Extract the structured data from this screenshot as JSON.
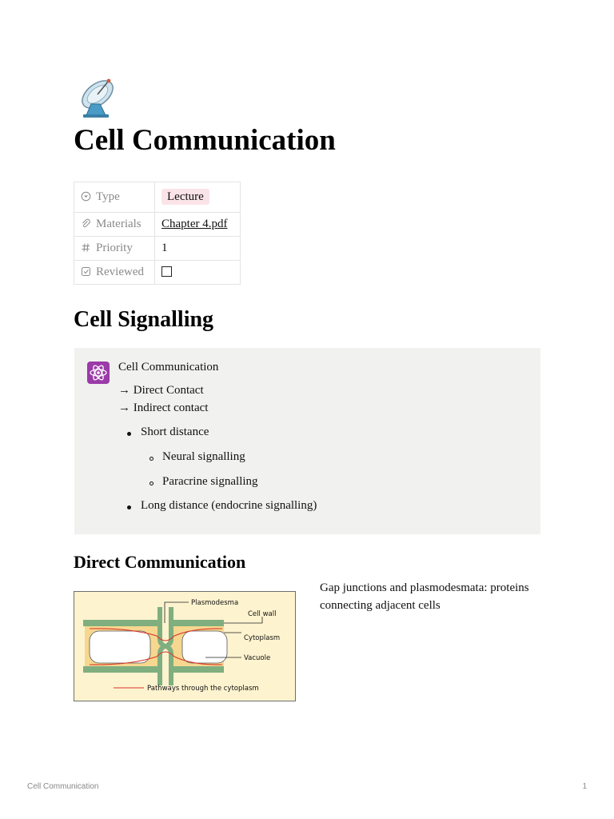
{
  "page": {
    "icon": "satellite-dish-icon",
    "title": "Cell Communication"
  },
  "properties": [
    {
      "key": "Type",
      "icon": "select-circle-icon",
      "value": "Lecture",
      "kind": "tag",
      "tag_color": "#fbe4e8"
    },
    {
      "key": "Materials",
      "icon": "paperclip-icon",
      "value": "Chapter 4.pdf",
      "kind": "link"
    },
    {
      "key": "Priority",
      "icon": "hash-icon",
      "value": "1",
      "kind": "text"
    },
    {
      "key": "Reviewed",
      "icon": "checkbox-icon",
      "value": false,
      "kind": "checkbox"
    }
  ],
  "section": {
    "heading": "Cell Signalling",
    "callout": {
      "icon": "atom-icon",
      "icon_color": "#9b3aa8",
      "background": "#f1f1ef",
      "title": "Cell Communication",
      "arrow_items": [
        "→ Direct Contact",
        "→ Indirect contact"
      ],
      "bullets": [
        {
          "text": "Short distance",
          "children": [
            "Neural signalling",
            "Paracrine signalling"
          ]
        },
        {
          "text": "Long distance (endocrine signalling)",
          "children": []
        }
      ]
    }
  },
  "direct": {
    "heading": "Direct Communication",
    "figure_labels": {
      "plasmodesma": "Plasmodesma",
      "cell_wall": "Cell wall",
      "cytoplasm": "Cytoplasm",
      "vacuole": "Vacuole",
      "legend": "Pathways through the cytoplasm"
    },
    "description": "Gap junctions and plasmodesmata: proteins connecting adjacent cells"
  },
  "footer": {
    "left": "Cell Communication",
    "page_number": "1"
  }
}
